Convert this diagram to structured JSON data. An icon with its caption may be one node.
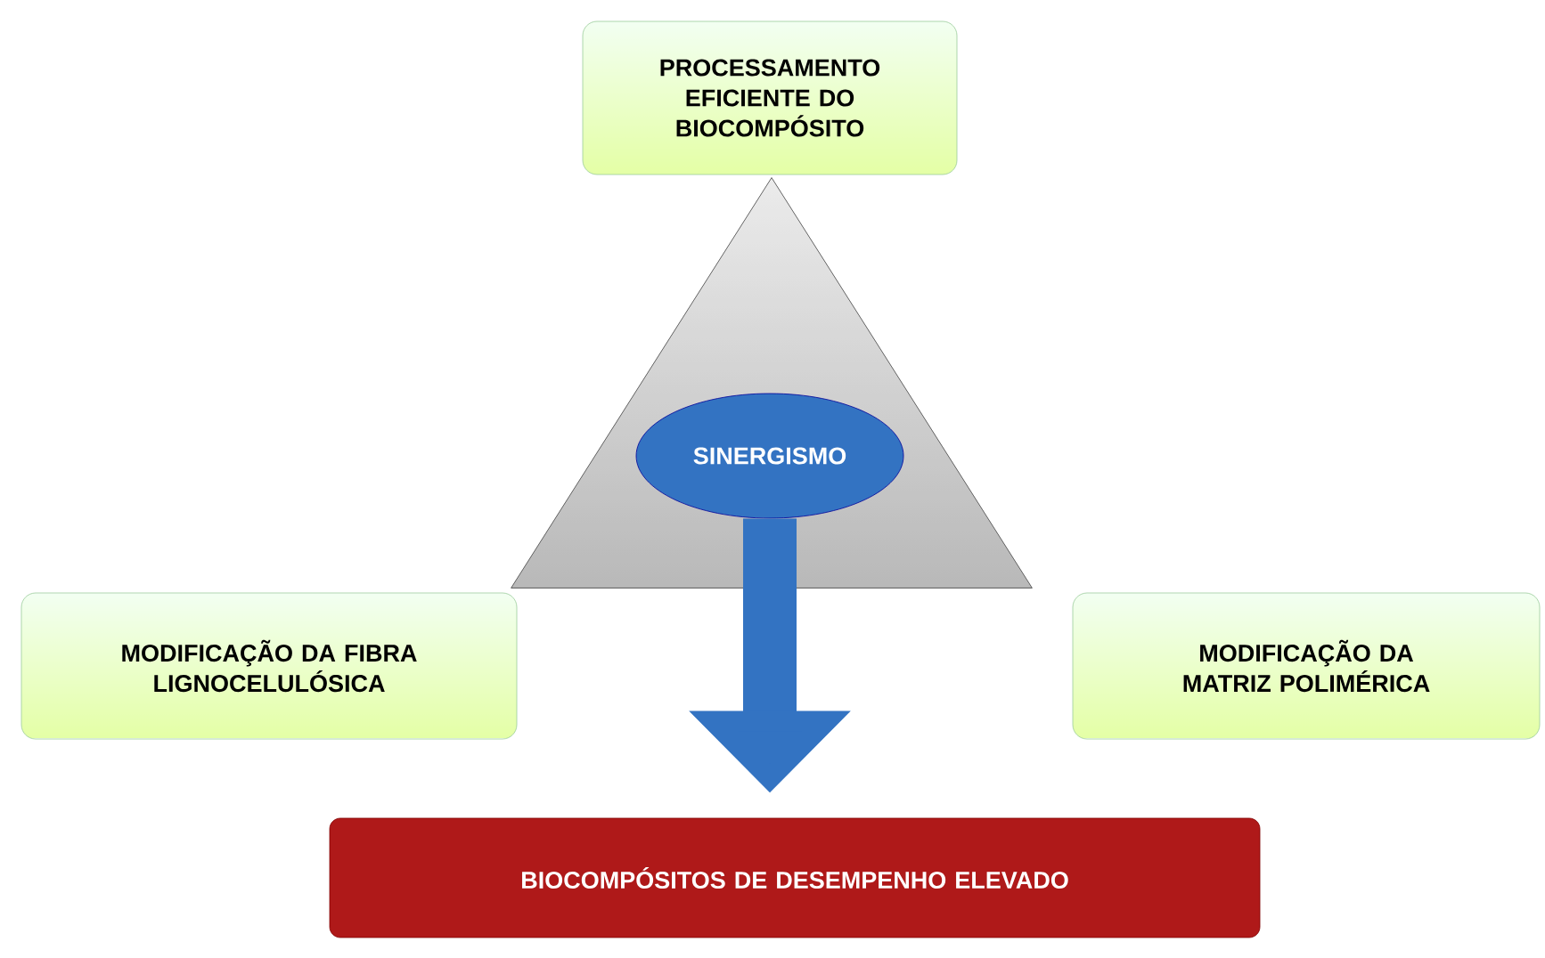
{
  "diagram": {
    "nodes": [
      {
        "text": [
          "PROCESSAMENTO EFICIENTE DO BIOCOMPÓSITO"
        ]
      },
      {
        "text": [],
        "shape": "triangle"
      },
      {
        "text": [
          "SINERGISMO"
        ],
        "in": 1
      },
      {
        "text": [
          "MODIFICAÇÃO DA FIBRA LIGNOCELULÓSICA"
        ]
      },
      {
        "text": [
          "MODIFICAÇÃO DA MATRIZ POLIMÉRICA"
        ]
      },
      {
        "text": [
          "BIOCOMPÓSITOS DE DESEMPENHO ELEVADO"
        ]
      }
    ],
    "edges": [
      {
        "from": 2,
        "to": 5,
        "arrow": "to"
      }
    ]
  }
}
